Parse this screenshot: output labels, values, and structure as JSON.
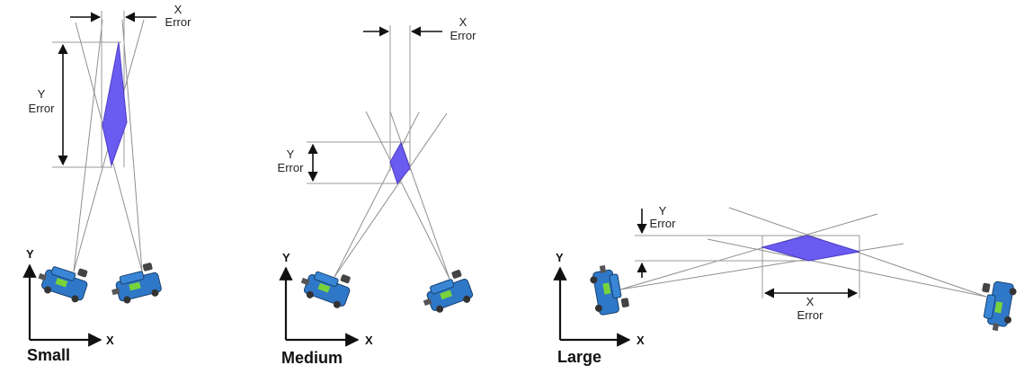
{
  "colors": {
    "error_region": "#6a5cf0",
    "robot_body": "#2f78c8",
    "robot_accent": "#78d33a"
  },
  "icons": {
    "robot": "robot-icon"
  },
  "panels": [
    {
      "title": "Small",
      "y_axis": "Y",
      "x_axis": "X",
      "x_error_line1": "X",
      "x_error_line2": "Error",
      "y_error_line1": "Y",
      "y_error_line2": "Error"
    },
    {
      "title": "Medium",
      "y_axis": "Y",
      "x_axis": "X",
      "x_error_line1": "X",
      "x_error_line2": "Error",
      "y_error_line1": "Y",
      "y_error_line2": "Error"
    },
    {
      "title": "Large",
      "y_axis": "Y",
      "x_axis": "X",
      "x_error_line1": "X",
      "x_error_line2": "Error",
      "y_error_line1": "Y",
      "y_error_line2": "Error"
    }
  ]
}
